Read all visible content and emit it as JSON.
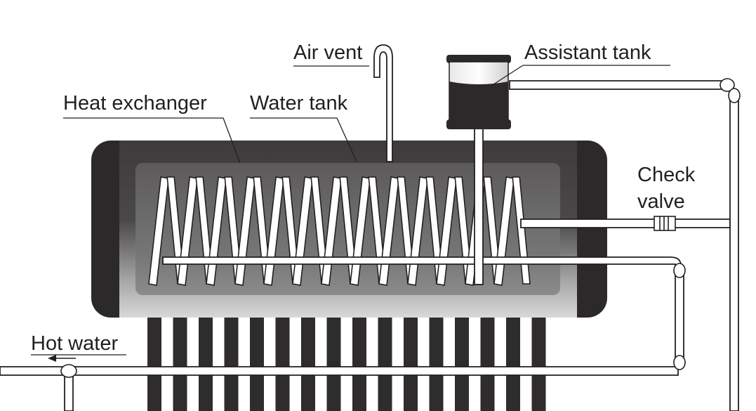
{
  "labels": {
    "air_vent": "Air vent",
    "assistant_tank": "Assistant tank",
    "heat_exchanger": "Heat exchanger",
    "water_tank": "Water tank",
    "check_valve_line1": "Check",
    "check_valve_line2": "valve",
    "hot_water": "Hot water"
  },
  "colors": {
    "outline": "#231f20",
    "tank_dark": "#3a3839",
    "tank_cap": "#2b292a",
    "inner_panel": "#6e6d6e",
    "pipe_fill": "#ffffff",
    "tube": "#2e2c2d"
  },
  "coil_turns": 13,
  "collector_tubes": 16
}
